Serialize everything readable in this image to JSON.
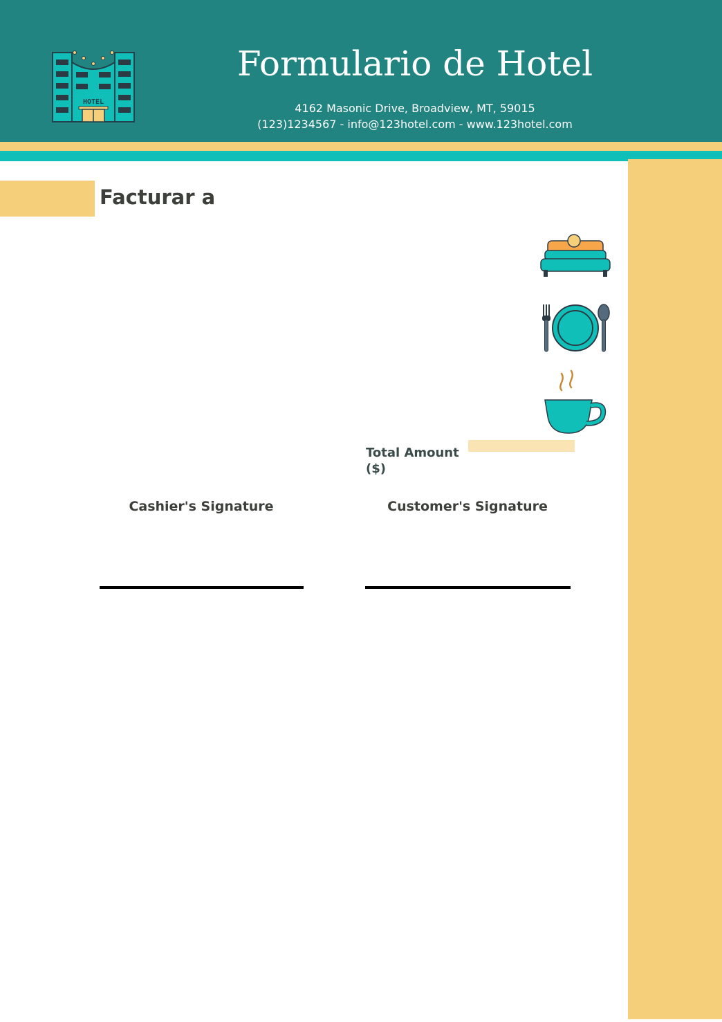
{
  "header": {
    "title": "Formulario de Hotel",
    "address": "4162 Masonic Drive, Broadview, MT, 59015",
    "contact": "(123)1234567 - info@123hotel.com - www.123hotel.com",
    "logo_text": "HOTEL"
  },
  "billing": {
    "section_title": "Facturar a"
  },
  "services": {
    "icons": [
      "bed-icon",
      "dining-icon",
      "coffee-cup-icon"
    ]
  },
  "total": {
    "label": "Total Amount ($)",
    "value": ""
  },
  "signatures": {
    "cashier_label": "Cashier's Signature",
    "customer_label": "Customer's Signature"
  },
  "colors": {
    "header_teal": "#218480",
    "accent_yellow": "#f6cf7b",
    "accent_teal": "#10c0b8",
    "text_dark": "#3c3f3a",
    "field_light": "#fbe4b4"
  }
}
